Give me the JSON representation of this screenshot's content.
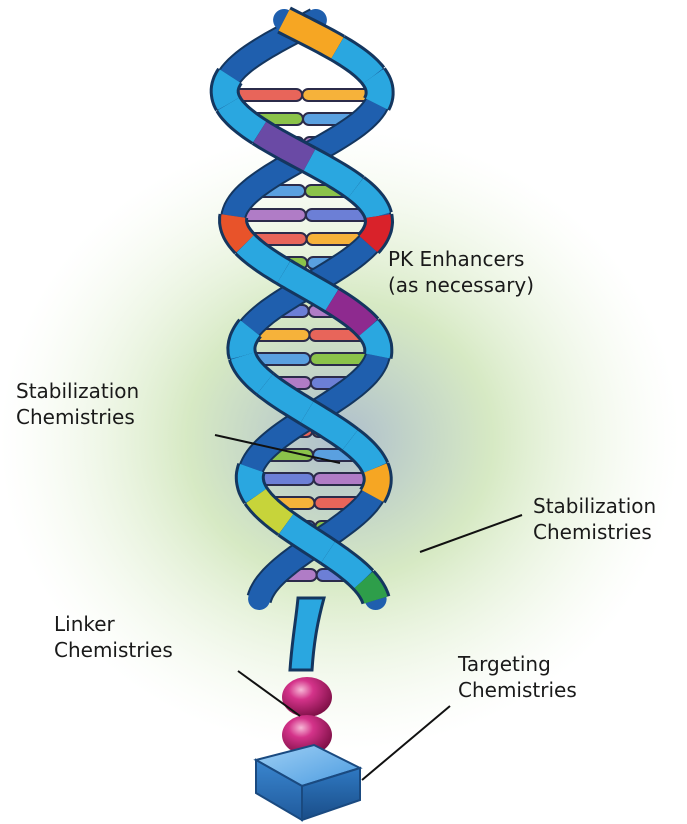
{
  "labels": {
    "pk_enhancers": {
      "line1": "PK Enhancers",
      "line2": "(as necessary)"
    },
    "stabilization_left": {
      "line1": "Stabilization",
      "line2": "Chemistries"
    },
    "stabilization_right": {
      "line1": "Stabilization",
      "line2": "Chemistries"
    },
    "linker": {
      "line1": "Linker",
      "line2": "Chemistries"
    },
    "targeting": {
      "line1": "Targeting",
      "line2": "Chemistries"
    }
  },
  "colors": {
    "strand_front": "#2aa7e0",
    "strand_back": "#1f5fae",
    "strand_outline": "#14365f",
    "glow": "#cfe6b8",
    "ligand": "#c21a6e",
    "cube": "#3f8fd6",
    "segment_colors": [
      "#f6a623",
      "#e8532a",
      "#8e2a8f",
      "#c7d43a",
      "#2e9e4a",
      "#6a4aa5",
      "#d9222a",
      "#2aa7e0"
    ],
    "rung_colors": [
      "#e8655a",
      "#8bc34a",
      "#6c7fd6",
      "#f6b23a",
      "#5aa0e0",
      "#b07cc6"
    ]
  }
}
